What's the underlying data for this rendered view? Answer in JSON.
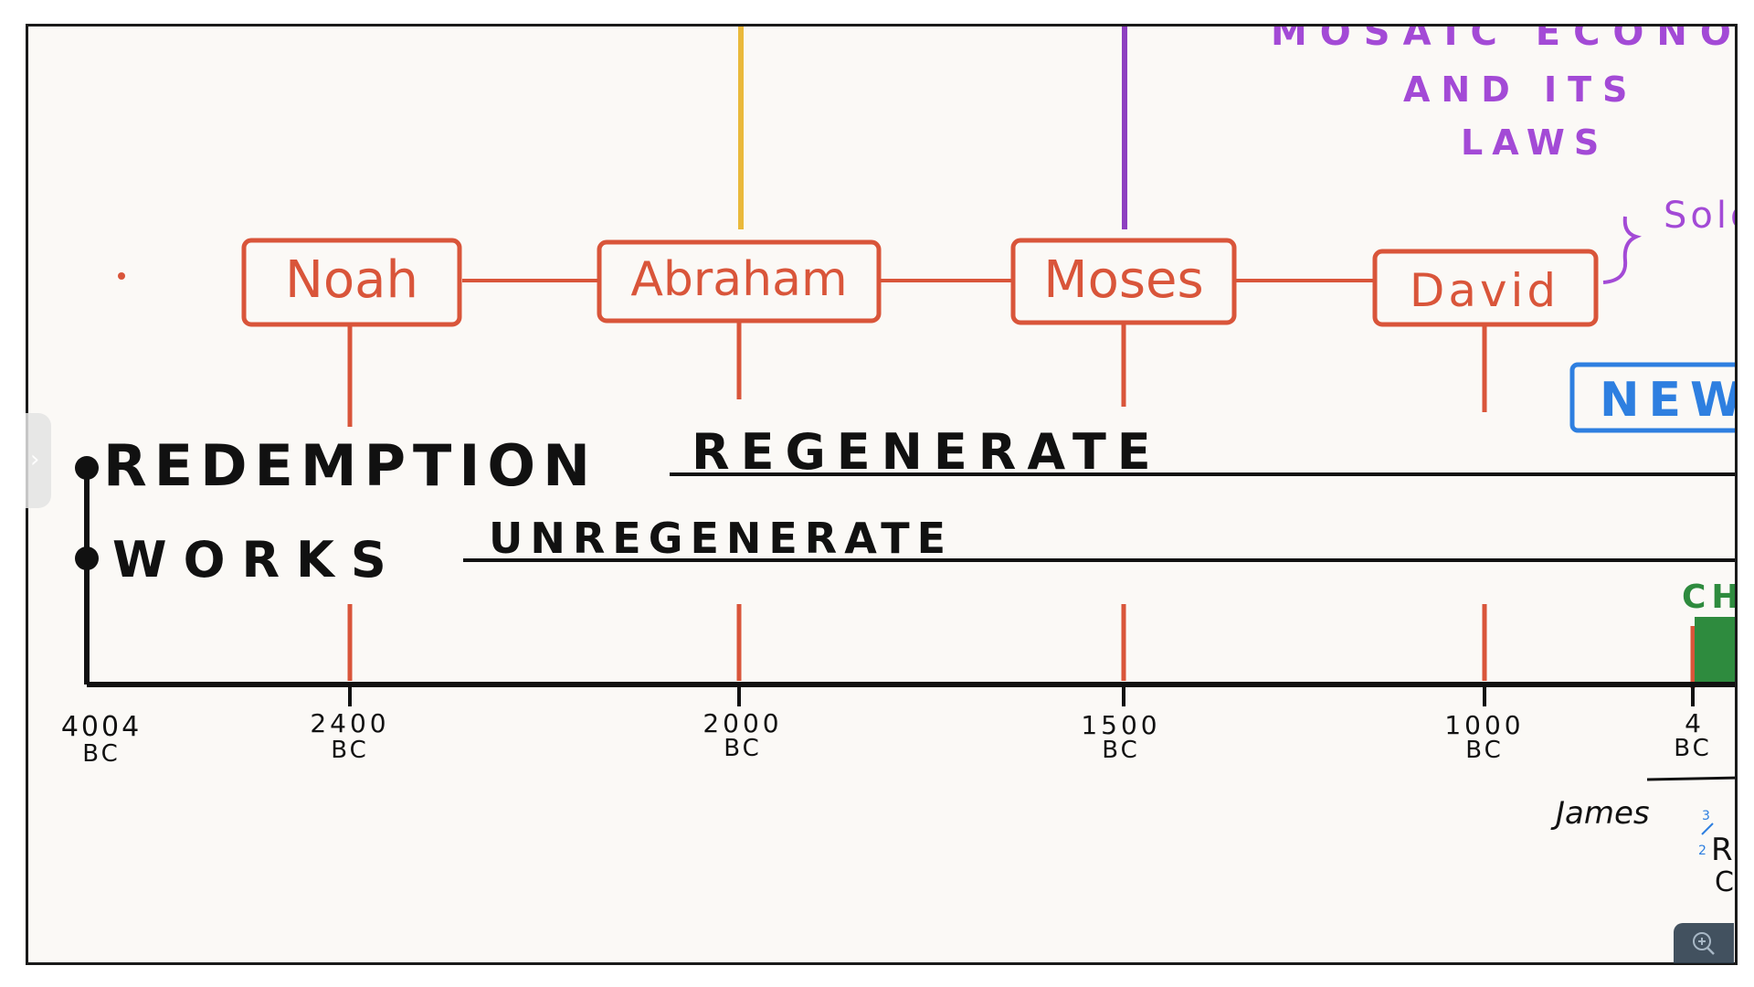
{
  "header_text": {
    "line1": "MOSAIC ECONO",
    "line2": "AND ITS",
    "line3": "LAWS"
  },
  "side_note": "Solo",
  "figures": [
    {
      "name": "Noah"
    },
    {
      "name": "Abraham"
    },
    {
      "name": "Moses"
    },
    {
      "name": "David"
    }
  ],
  "new_box_label": "NEW",
  "rows": {
    "redemption": "REDEMPTION",
    "regenerate": "REGENERATE",
    "works": "WORKS",
    "unregenerate": "UNREGENERATE"
  },
  "christ_label": "CH",
  "timeline_ticks": [
    {
      "year": "4004",
      "era": "BC"
    },
    {
      "year": "2400",
      "era": "BC"
    },
    {
      "year": "2000",
      "era": "BC"
    },
    {
      "year": "1500",
      "era": "BC"
    },
    {
      "year": "1000",
      "era": "BC"
    },
    {
      "year": "4",
      "era": "BC"
    }
  ],
  "bottom_note": "James",
  "tiny_marks": {
    "a": "3",
    "b": "2",
    "c": "R",
    "d": "C"
  },
  "colors": {
    "box": "#d9553a",
    "abraham_line": "#eab93b",
    "moses_line": "#8e3fc0",
    "purple_text": "#a34ad6",
    "new_box": "#2e7fe0",
    "christ": "#2e8b3e",
    "ink": "#111111"
  },
  "icons": {
    "side_handle": "chevron-right-icon",
    "zoom": "zoom-in-icon"
  }
}
